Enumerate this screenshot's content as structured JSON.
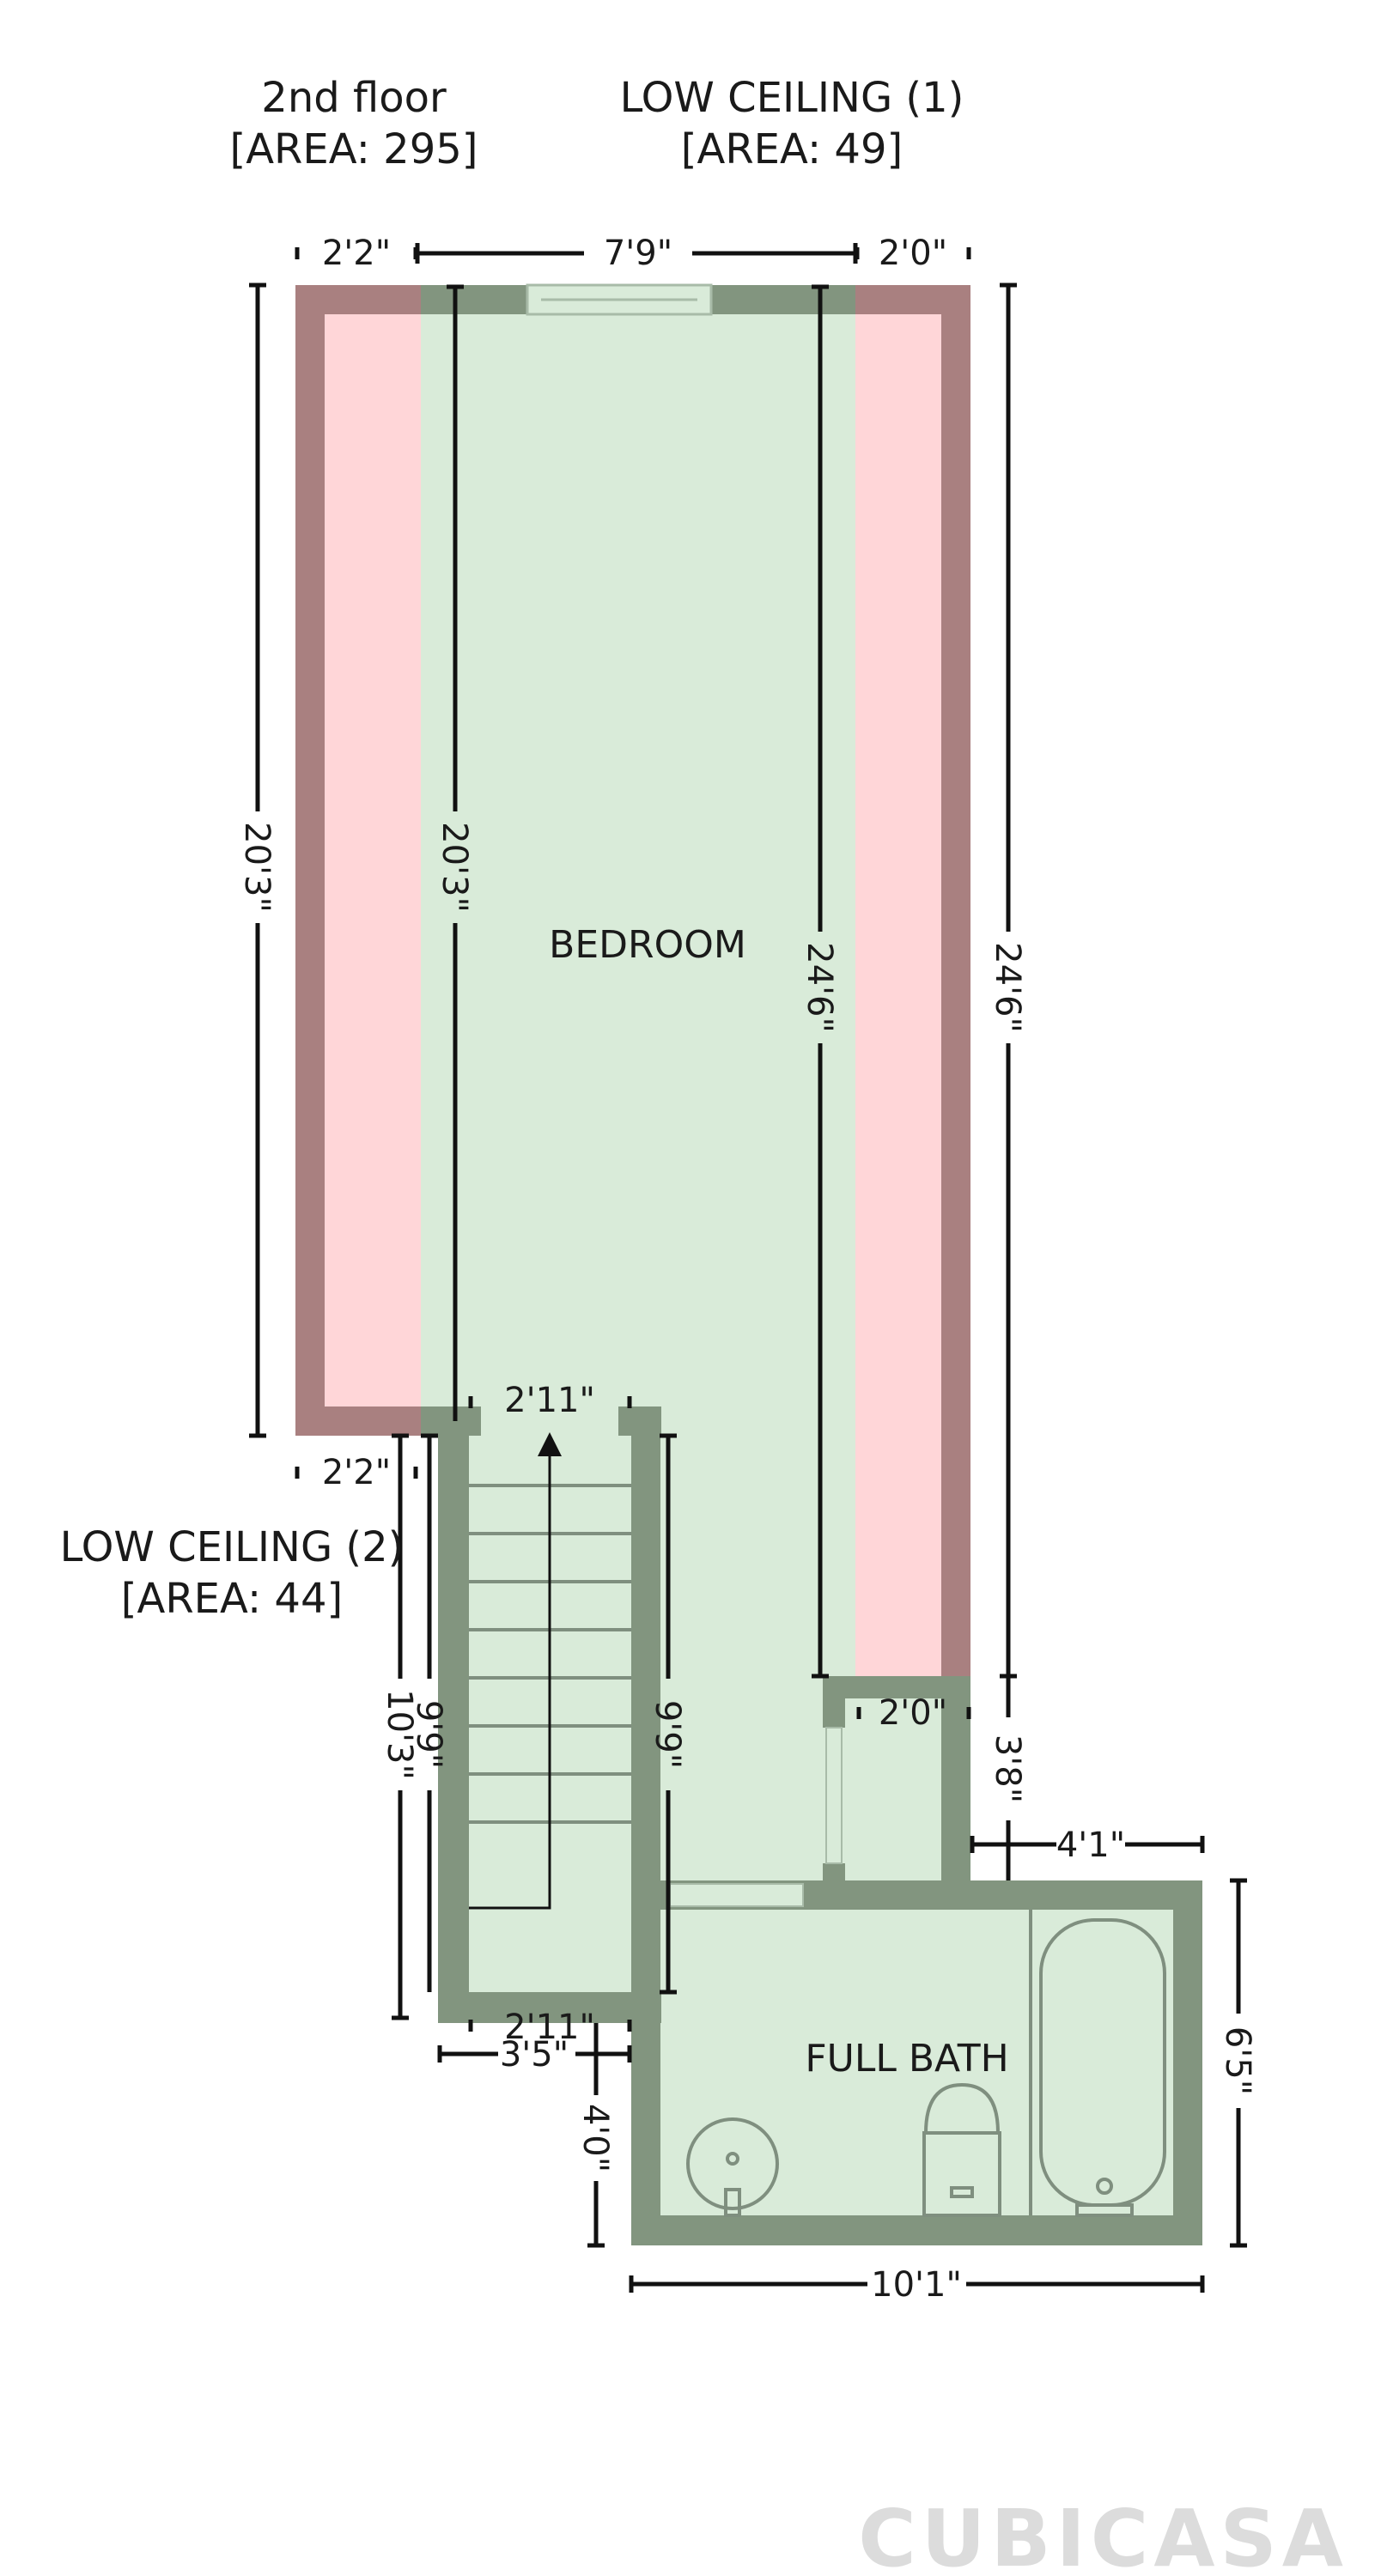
{
  "floor": {
    "name": "2nd floor",
    "area": "[AREA: 295]"
  },
  "low_ceiling_1": {
    "name": "LOW CEILING (1)",
    "area": "[AREA: 49]"
  },
  "low_ceiling_2": {
    "name": "LOW CEILING (2)",
    "area": "[AREA: 44]"
  },
  "rooms": {
    "bedroom": "BEDROOM",
    "bath": "FULL BATH"
  },
  "dimensions": {
    "top_left": "2'2\"",
    "top_mid": "7'9\"",
    "top_right": "2'0\"",
    "left_outer": "20'3\"",
    "left_inner": "20'3\"",
    "right_inner": "24'6\"",
    "right_outer": "24'6\"",
    "stair_top": "2'11\"",
    "low2_width": "2'2\"",
    "stair_left_a": "9'9\"",
    "stair_left_b": "10'3\"",
    "stair_right": "9'9\"",
    "closet_width": "2'0\"",
    "closet_height": "3'8\"",
    "bath_top_right": "4'1\"",
    "stair_bottom_a": "2'11\"",
    "stair_bottom_b": "3'5\"",
    "bath_left": "4'0\"",
    "bath_right": "6'5\"",
    "bath_bottom": "10'1\""
  },
  "brand": "CUBICASA",
  "colors": {
    "floor": "#d9ebd9",
    "wall": "#82957f",
    "low_ceiling_fill": "#ffd6d8",
    "low_ceiling_wall": "#a98080"
  }
}
